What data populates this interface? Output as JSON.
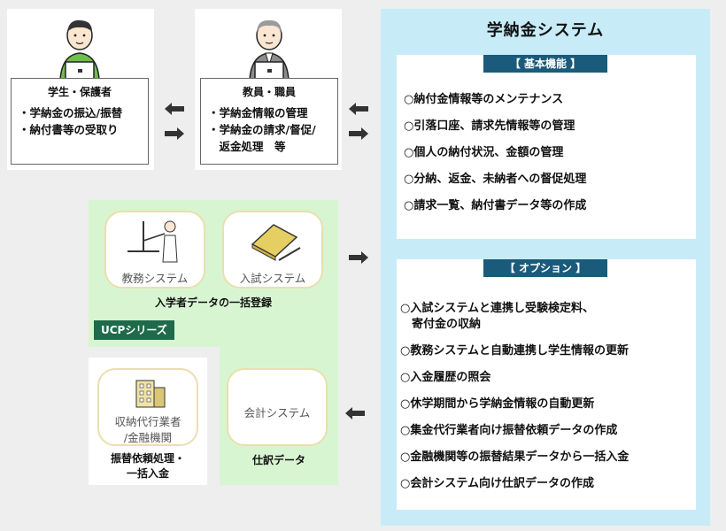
{
  "students": {
    "title": "学生・保護者",
    "lines": [
      "・学納金の振込/振替",
      "・納付書等の受取り"
    ]
  },
  "staff": {
    "title": "教員・職員",
    "lines": [
      "・学納金情報の管理",
      "・学納金の請求/督促/",
      "　返金処理　等"
    ]
  },
  "system": {
    "title": "学納金システム",
    "basic_tag": "【 基本機能 】",
    "basic": [
      "○納付金情報等のメンテナンス",
      "○引落口座、請求先情報等の管理",
      "○個人の納付状況、金額の管理",
      "○分納、返金、未納者への督促処理",
      "○請求一覧、納付書データ等の作成"
    ],
    "option_tag": "【 オプション 】",
    "options": [
      "○入試システムと連携し受験検定料、",
      "　寄付金の収納",
      "○教務システムと自動連携し学生情報の更新",
      "○入金履歴の照会",
      "○休学期間から学納金情報の自動更新",
      "○集金代行業者向け振替依頼データの作成",
      "○金融機関等の振替結果データから一括入金",
      "○会計システム向け仕訳データの作成"
    ]
  },
  "ucp": {
    "kyomu": "教務システム",
    "nyushi": "入試システム",
    "bulk_label": "入学者データの一括登録",
    "series": "UCPシリーズ",
    "kaikei": "会計システム",
    "shiwake": "仕訳データ"
  },
  "bank": {
    "label_line1": "収納代行業者",
    "label_line2": "/金融機関",
    "caption_line1": "振替依頼処理・",
    "caption_line2": "一括入金"
  },
  "colors": {
    "system_panel": "#c7ecf7",
    "tag": "#1a5a7a",
    "ucp_green": "#d8f5d2",
    "ucp_tag": "#1e6a4a",
    "arrow": "#333333"
  }
}
